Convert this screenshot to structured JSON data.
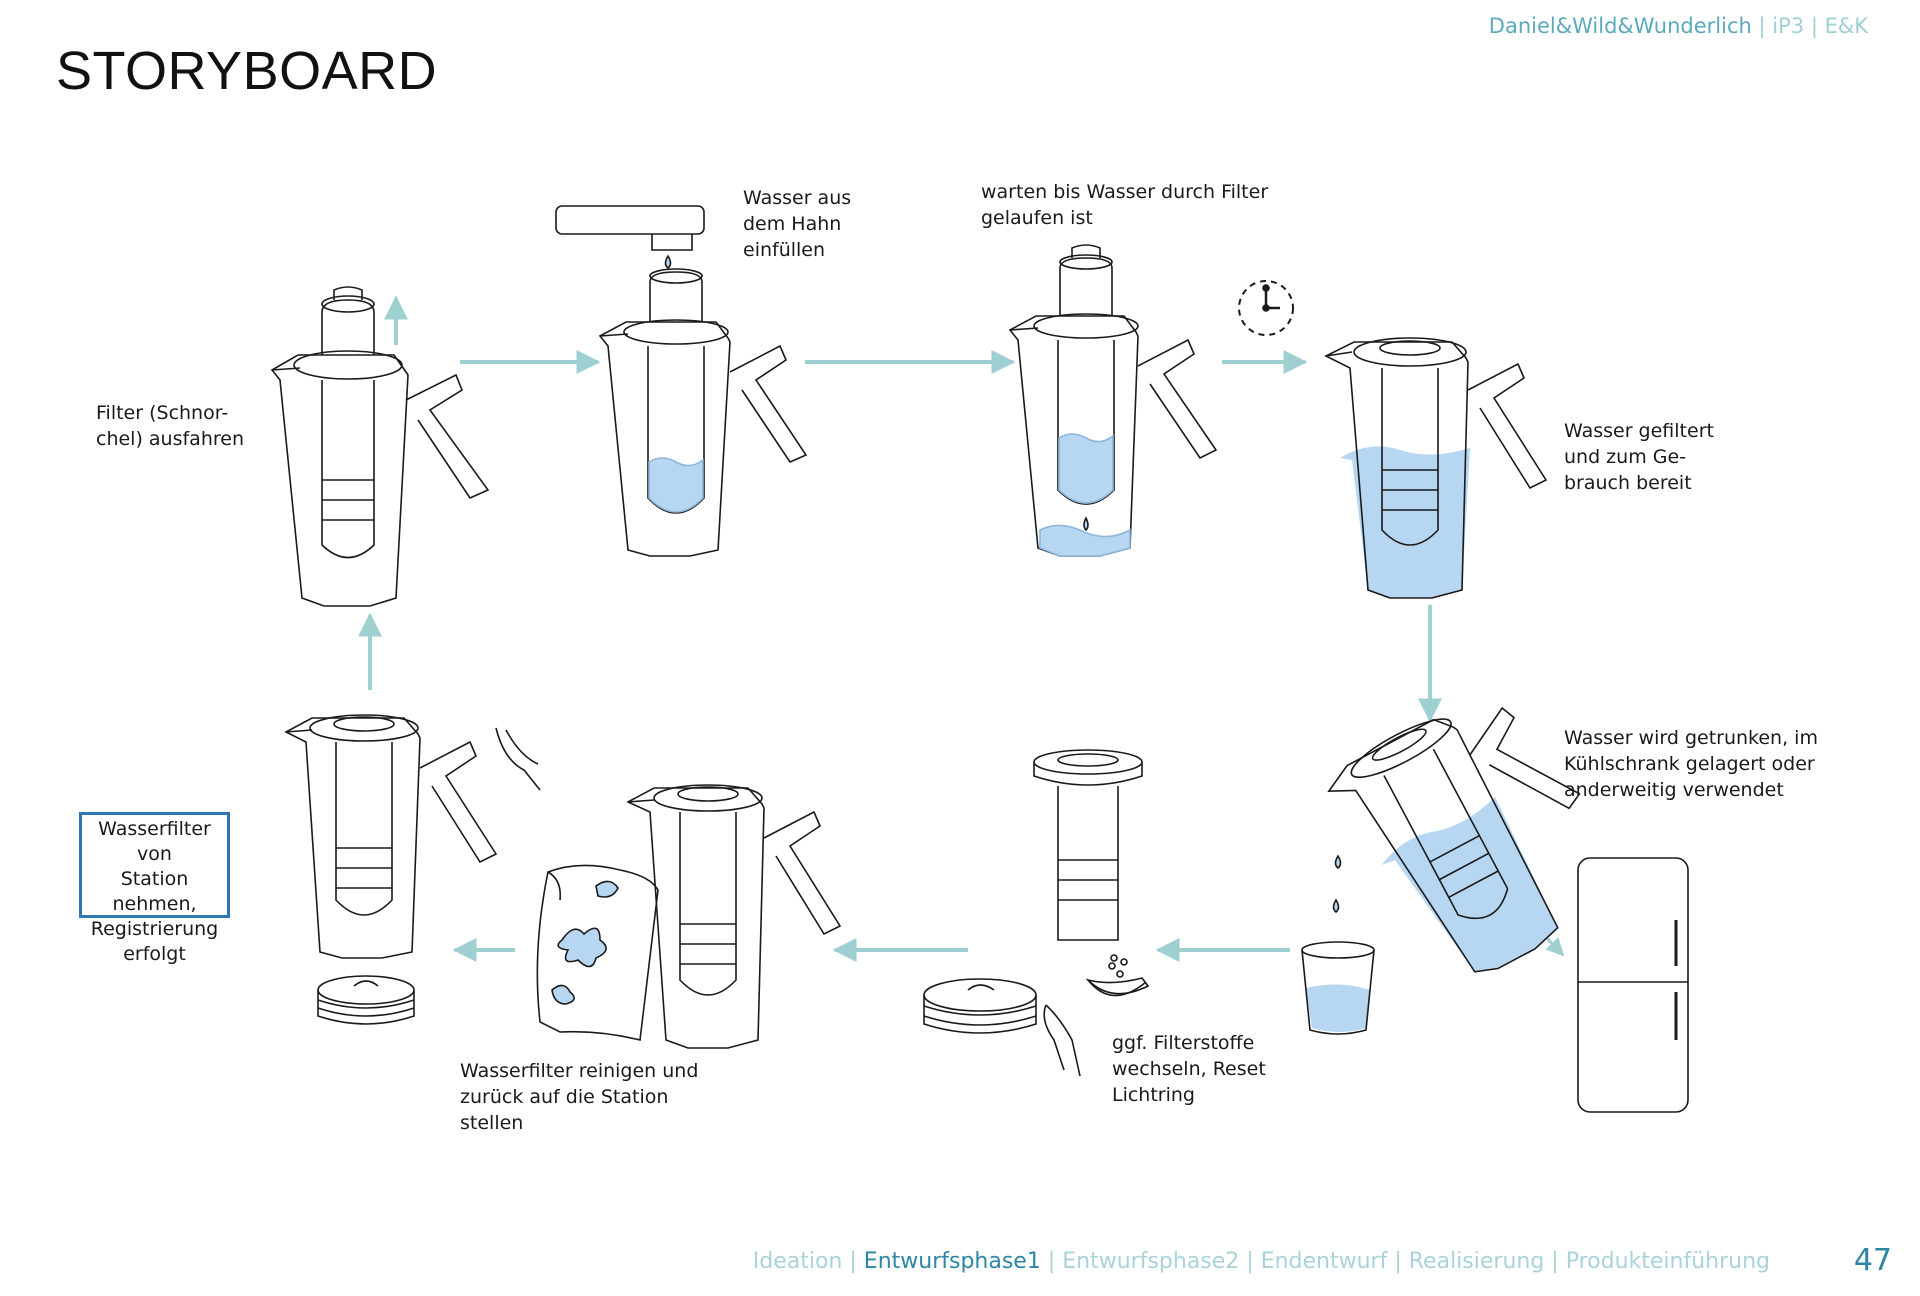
{
  "header": {
    "title": "STORYBOARD",
    "brand": {
      "name": "Daniel&Wild&Wunderlich",
      "sep1": " | ",
      "course": "iP3",
      "sep2": " | ",
      "dept": "E&K"
    }
  },
  "steps": {
    "step1": "Filter (Schnor-\nchel) ausfahren",
    "step2": "Wasser aus\ndem Hahn\neinfüllen",
    "step3": "warten bis Wasser durch Filter\ngelaufen ist",
    "step4": "Wasser gefiltert\nund zum Ge-\nbrauch bereit",
    "step5": "Wasser wird getrunken, im\nKühlschrank gelagert oder\nanderweitig verwendet",
    "step6": "ggf. Filterstoffe\nwechseln, Reset\nLichtring",
    "step7": "Wasserfilter reinigen und\nzurück auf die Station\nstellen",
    "step8": "Wasserfilter von\nStation nehmen,\nRegistrierung\nerfolgt"
  },
  "footer": {
    "nav": [
      "Ideation",
      "Entwurfsphase1",
      "Entwurfsphase2",
      "Endentwurf",
      "Realisierung",
      "Produkteinführung"
    ],
    "separator": " | ",
    "page_number": "47"
  },
  "colors": {
    "accent": "#2c86a4",
    "arrow": "#9ecfd1",
    "water": "#b6d6f2",
    "box_border": "#2e78b4"
  }
}
